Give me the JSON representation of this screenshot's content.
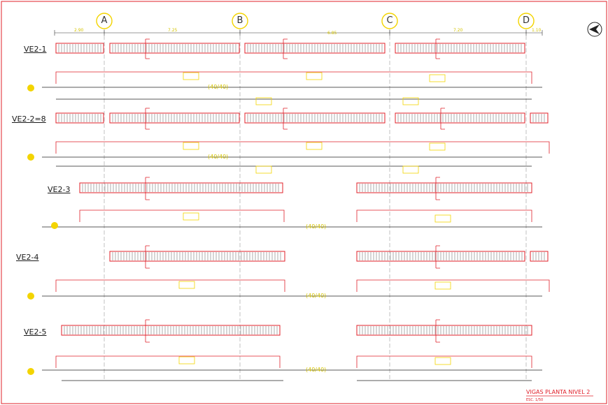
{
  "grid_axes": [
    "A",
    "B",
    "C",
    "D"
  ],
  "beams": [
    {
      "label": "VE2-1"
    },
    {
      "label": "VE2-2=8"
    },
    {
      "label": "VE2-3"
    },
    {
      "label": "VE2-4"
    },
    {
      "label": "VE2-5"
    }
  ],
  "dimensions_top": [
    "2.90",
    "7.25",
    "6.85",
    "7.20",
    "1.10"
  ],
  "title": "VIGAS PLANTA NIVEL 2",
  "scale": "ESC. 1/50",
  "section_badge": "(40/40)",
  "colors": {
    "beam_outline": "#e0202a",
    "grid_circle": "#f3d400",
    "dimension_text": "#d4c300",
    "rebar_line": "#222222",
    "border": "#e0202a"
  }
}
